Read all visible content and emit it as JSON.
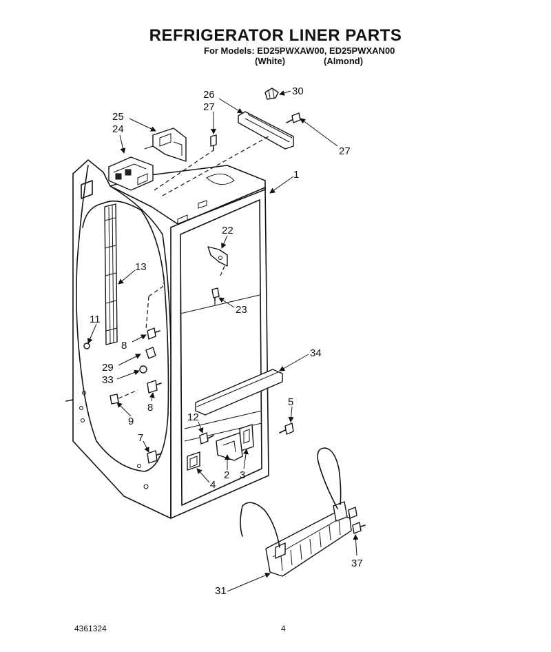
{
  "header": {
    "title": "REFRIGERATOR LINER PARTS",
    "models_line": "For Models: ED25PWXAW00, ED25PWXAN00",
    "variant_white": "(White)",
    "variant_almond": "(Almond)"
  },
  "callouts": [
    {
      "id": "c30",
      "label": "30"
    },
    {
      "id": "c26",
      "label": "26"
    },
    {
      "id": "c27a",
      "label": "27"
    },
    {
      "id": "c27b",
      "label": "27"
    },
    {
      "id": "c25",
      "label": "25"
    },
    {
      "id": "c24",
      "label": "24"
    },
    {
      "id": "c1",
      "label": "1"
    },
    {
      "id": "c22",
      "label": "22"
    },
    {
      "id": "c13",
      "label": "13"
    },
    {
      "id": "c23",
      "label": "23"
    },
    {
      "id": "c11",
      "label": "11"
    },
    {
      "id": "c8a",
      "label": "8"
    },
    {
      "id": "c34",
      "label": "34"
    },
    {
      "id": "c29",
      "label": "29"
    },
    {
      "id": "c33",
      "label": "33"
    },
    {
      "id": "c8b",
      "label": "8"
    },
    {
      "id": "c9",
      "label": "9"
    },
    {
      "id": "c5",
      "label": "5"
    },
    {
      "id": "c12",
      "label": "12"
    },
    {
      "id": "c7",
      "label": "7"
    },
    {
      "id": "c2",
      "label": "2"
    },
    {
      "id": "c3",
      "label": "3"
    },
    {
      "id": "c4",
      "label": "4"
    },
    {
      "id": "c37",
      "label": "37"
    },
    {
      "id": "c31",
      "label": "31"
    }
  ],
  "footer": {
    "part_number": "4361324",
    "page_number": "4"
  }
}
